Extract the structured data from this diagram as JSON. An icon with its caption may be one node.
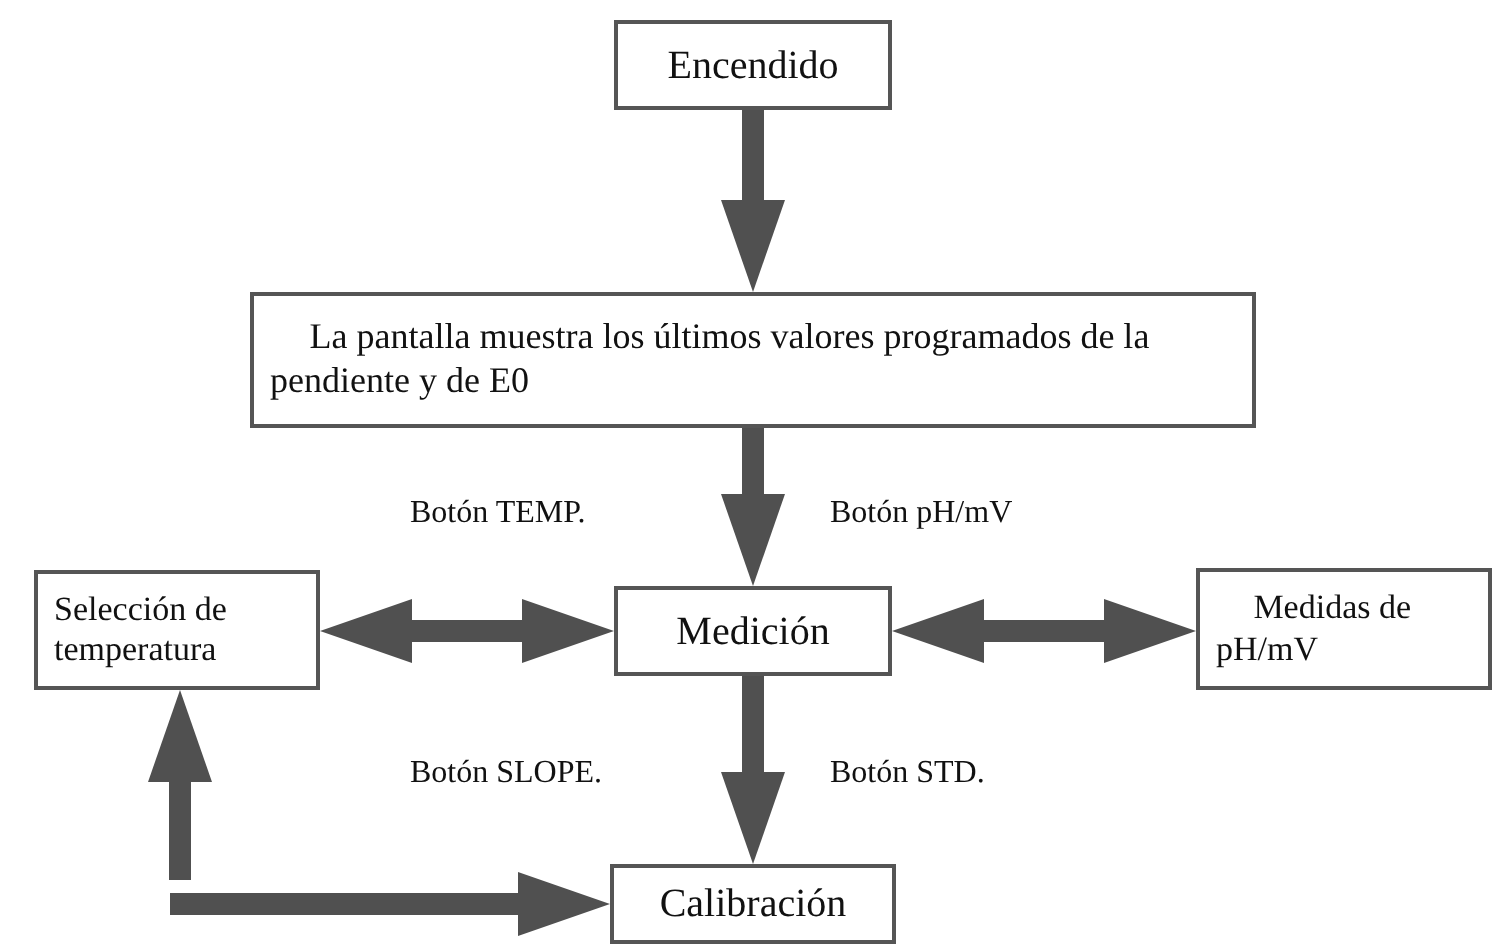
{
  "diagram": {
    "nodes": [
      {
        "text": [
          "Encendido"
        ]
      },
      {
        "text": [
          "La pantalla muestra los últimos valores programados de la pendiente y de E0"
        ]
      },
      {
        "text": [
          "Medición"
        ]
      },
      {
        "text": [
          "Selección de temperatura"
        ]
      },
      {
        "text": [
          "Medidas de pH/mV"
        ]
      },
      {
        "text": [
          "Calibración"
        ]
      }
    ],
    "edges": [
      {
        "from": 0,
        "to": 1,
        "arrow": "to"
      },
      {
        "from": 1,
        "to": 2,
        "arrow": "to"
      },
      {
        "from": 3,
        "to": 2,
        "arrow": "both"
      },
      {
        "from": 2,
        "to": 4,
        "arrow": "both"
      },
      {
        "from": 2,
        "to": 5,
        "arrow": "to"
      },
      {
        "from": null,
        "to": 3,
        "arrow": "to"
      },
      {
        "from": null,
        "to": 5,
        "arrow": "to"
      }
    ],
    "labels": [
      "Botón TEMP.",
      "Botón pH/mV",
      "Botón SLOPE.",
      "Botón STD."
    ]
  }
}
